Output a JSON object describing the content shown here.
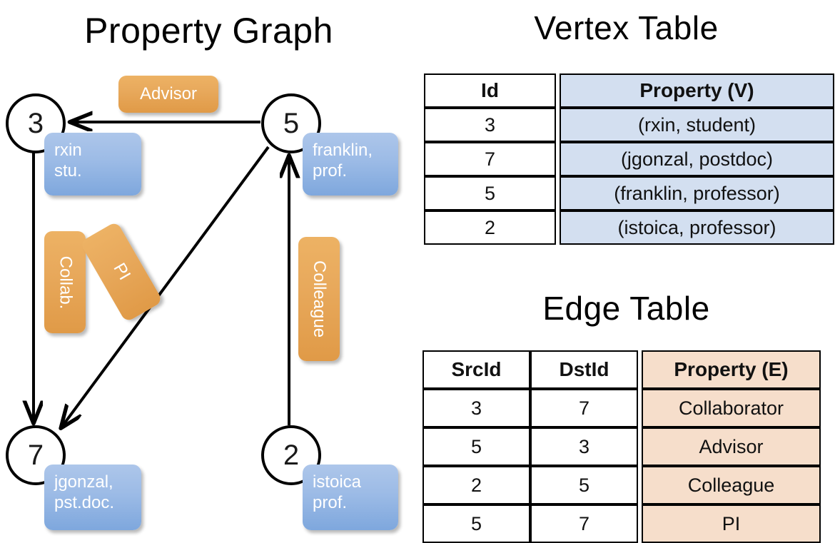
{
  "titles": {
    "property_graph": "Property Graph",
    "vertex_table": "Vertex Table",
    "edge_table": "Edge Table"
  },
  "graph": {
    "nodes": [
      {
        "id": "3",
        "name": "node-3"
      },
      {
        "id": "5",
        "name": "node-5"
      },
      {
        "id": "7",
        "name": "node-7"
      },
      {
        "id": "2",
        "name": "node-2"
      }
    ],
    "vertex_properties": [
      {
        "for_node": "3",
        "line1": "rxin",
        "line2": "stu."
      },
      {
        "for_node": "5",
        "line1": "franklin,",
        "line2": "prof."
      },
      {
        "for_node": "7",
        "line1": "jgonzal,",
        "line2": "pst.doc."
      },
      {
        "for_node": "2",
        "line1": "istoica",
        "line2": "prof."
      }
    ],
    "edge_labels": [
      {
        "key": "advisor",
        "text": "Advisor",
        "orientation": "horizontal"
      },
      {
        "key": "collab",
        "text": "Collab.",
        "orientation": "vertical"
      },
      {
        "key": "pi",
        "text": "PI",
        "orientation": "diagonal"
      },
      {
        "key": "colleague",
        "text": "Colleague",
        "orientation": "vertical"
      }
    ],
    "edges": [
      {
        "src": "5",
        "dst": "3",
        "label": "Advisor"
      },
      {
        "src": "3",
        "dst": "7",
        "label": "Collab."
      },
      {
        "src": "5",
        "dst": "7",
        "label": "PI"
      },
      {
        "src": "2",
        "dst": "5",
        "label": "Colleague"
      }
    ]
  },
  "vertex_table": {
    "headers": [
      "Id",
      "Property (V)"
    ],
    "rows": [
      {
        "id": "3",
        "property": "(rxin, student)"
      },
      {
        "id": "7",
        "property": "(jgonzal, postdoc)"
      },
      {
        "id": "5",
        "property": "(franklin, professor)"
      },
      {
        "id": "2",
        "property": "(istoica, professor)"
      }
    ]
  },
  "edge_table": {
    "headers": [
      "SrcId",
      "DstId",
      "Property (E)"
    ],
    "rows": [
      {
        "src": "3",
        "dst": "7",
        "property": "Collaborator"
      },
      {
        "src": "5",
        "dst": "3",
        "property": "Advisor"
      },
      {
        "src": "2",
        "dst": "5",
        "property": "Colleague"
      },
      {
        "src": "5",
        "dst": "7",
        "property": "PI"
      }
    ]
  },
  "colors": {
    "vertex_property_fill": "#d3dff0",
    "edge_property_fill": "#f6decb",
    "node_callout_blue": "#9cbbe6",
    "edge_label_orange": "#e8a95c",
    "stroke": "#000000",
    "background": "#ffffff"
  }
}
